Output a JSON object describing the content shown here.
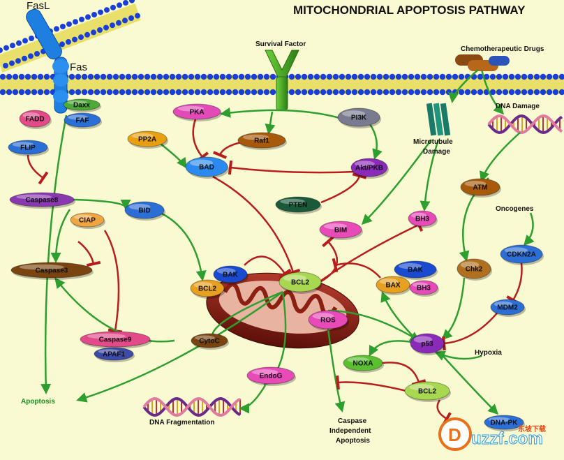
{
  "title": "MITOCHONDRIAL APOPTOSIS PATHWAY",
  "membrane_labels": {
    "fasl": "FasL",
    "fas": "Fas",
    "survival_factor": "Survival Factor",
    "chemo": "Chemotherapeutic Drugs"
  },
  "nodes": {
    "daxx": "Daxx",
    "fadd": "FADD",
    "faf": "FAF",
    "flip": "FLIP",
    "caspase8": "Caspase8",
    "caspase3": "Caspase3",
    "ciap": "CIAP",
    "caspase9": "Caspase9",
    "apaf1": "APAF1",
    "cytoc": "CytoC",
    "pka": "PKA",
    "pp2a": "PP2A",
    "raf1": "Raf1",
    "bad": "BAD",
    "pi3k": "PI3K",
    "akt": "Akt/PKB",
    "pten": "PTEN",
    "bid": "BID",
    "bak_left": "BAK",
    "bcl2_left": "BCL2",
    "bcl2_mito": "BCL2",
    "bim": "BIM",
    "bh3_top": "BH3",
    "bak_right": "BAK",
    "bax": "BAX",
    "bh3_right": "BH3",
    "ros": "ROS",
    "endog": "EndoG",
    "noxa": "NOXA",
    "bcl2_bottom": "BCL2",
    "p53": "p53",
    "atm": "ATM",
    "chk2": "Chk2",
    "cdkn2a": "CDKN2A",
    "mdm2": "MDM2",
    "pdna": "DNA-PK"
  },
  "text_labels": {
    "microtubule": "Microtubule",
    "damage": "Damage",
    "dna_damage": "DNA Damage",
    "oncogenes": "Oncogenes",
    "hypoxia": "Hypoxia",
    "apoptosis": "Apoptosis",
    "dna_fragmentation": "DNA Fragmentation",
    "caspase_indep_1": "Caspase",
    "caspase_indep_2": "Independent",
    "caspase_indep_3": "Apoptosis"
  },
  "watermark": {
    "main": "uzzf.com",
    "sub": "东坡下载"
  }
}
